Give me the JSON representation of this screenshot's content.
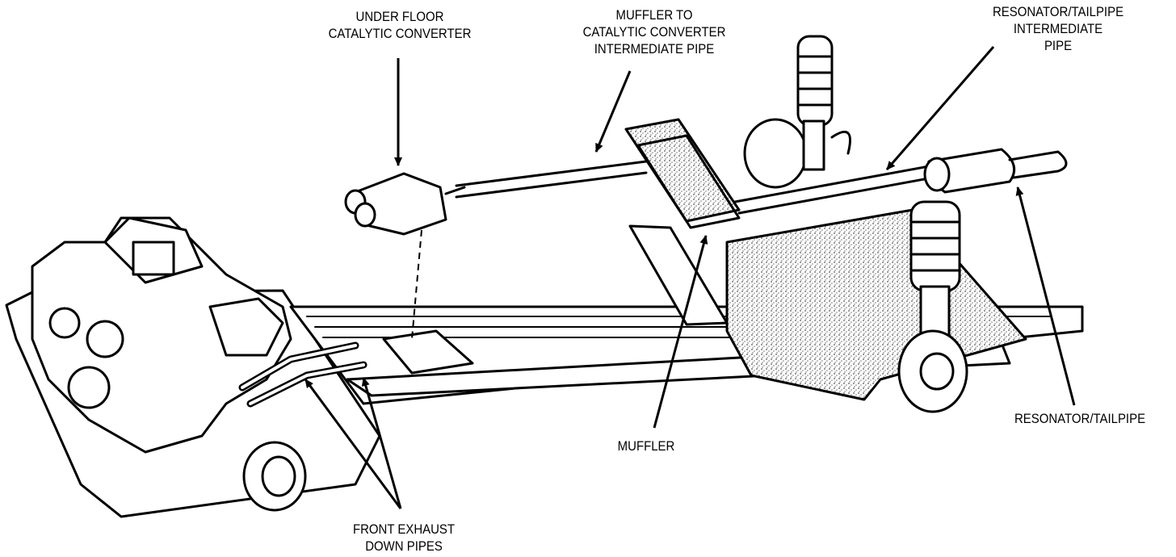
{
  "labels": {
    "under_floor_cat": [
      "UNDER FLOOR",
      "CATALYTIC CONVERTER"
    ],
    "muffler_intermediate": [
      "MUFFLER TO",
      "CATALYTIC CONVERTER",
      "INTERMEDIATE PIPE"
    ],
    "resonator_intermediate": [
      "RESONATOR/TAILPIPE",
      "INTERMEDIATE",
      "PIPE"
    ],
    "muffler": "MUFFLER",
    "resonator_tailpipe": "RESONATOR/TAILPIPE",
    "front_exhaust": [
      "FRONT EXHAUST",
      "DOWN PIPES"
    ]
  },
  "colors": {
    "ink": "#000000",
    "paper": "#ffffff",
    "stipple": "#9a9a9a"
  }
}
